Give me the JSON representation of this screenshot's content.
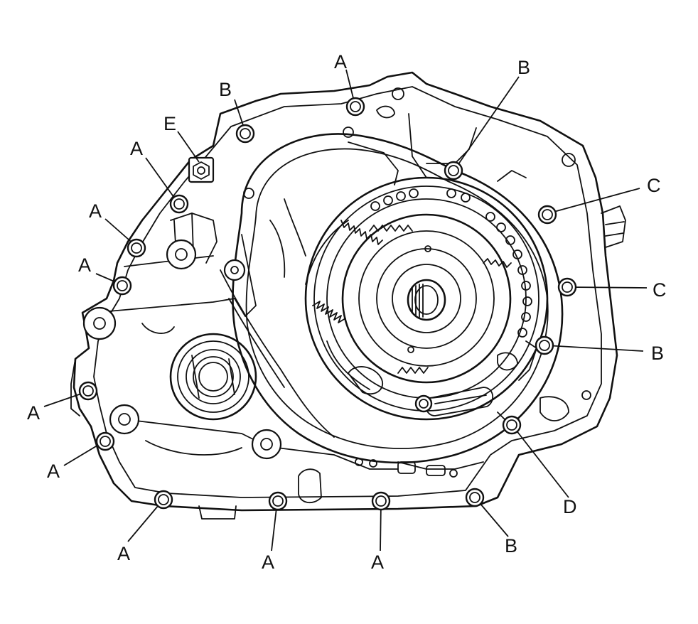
{
  "colors": {
    "line": "#111111",
    "background": "#ffffff"
  },
  "bolts": [
    {
      "id": "a1",
      "letter": "A"
    },
    {
      "id": "b1",
      "letter": "B"
    },
    {
      "id": "b2",
      "letter": "B"
    },
    {
      "id": "e1",
      "letter": "E"
    },
    {
      "id": "a2",
      "letter": "A"
    },
    {
      "id": "a3",
      "letter": "A"
    },
    {
      "id": "a4",
      "letter": "A"
    },
    {
      "id": "c1",
      "letter": "C"
    },
    {
      "id": "c2",
      "letter": "C"
    },
    {
      "id": "b3",
      "letter": "B"
    },
    {
      "id": "a5",
      "letter": "A"
    },
    {
      "id": "a6",
      "letter": "A"
    },
    {
      "id": "a7",
      "letter": "A"
    },
    {
      "id": "a8",
      "letter": "A"
    },
    {
      "id": "a9",
      "letter": "A"
    },
    {
      "id": "d1",
      "letter": "D"
    },
    {
      "id": "b4",
      "letter": "B"
    }
  ]
}
